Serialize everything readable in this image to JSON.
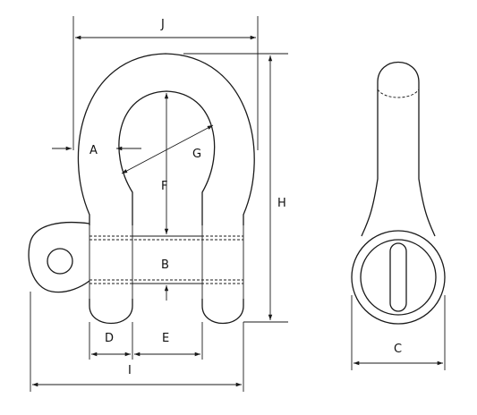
{
  "labels": {
    "J": "J",
    "A": "A",
    "G": "G",
    "F": "F",
    "H": "H",
    "B": "B",
    "D": "D",
    "E": "E",
    "I": "I",
    "C": "C"
  },
  "colors": {
    "line": "#1a1a1a",
    "background": "#ffffff"
  }
}
